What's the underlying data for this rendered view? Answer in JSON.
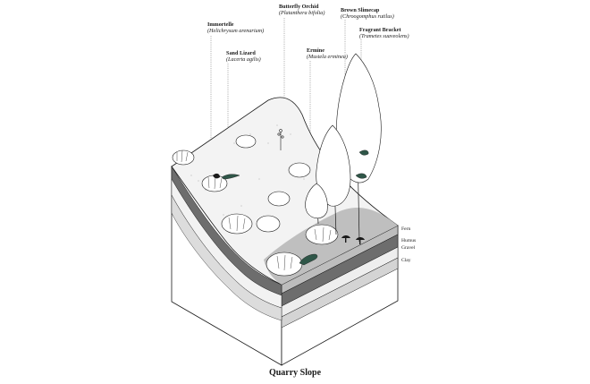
{
  "species": [
    {
      "name": "Immortelle",
      "latin": "(Helichrysum arenarium)"
    },
    {
      "name": "Sand Lizard",
      "latin": "(Lacerta agilis)"
    },
    {
      "name": "Butterfly Orchid",
      "latin": "(Platanthera bifolia)"
    },
    {
      "name": "Ermine",
      "latin": "(Mustela erminea)"
    },
    {
      "name": "Brown Slimecap",
      "latin": "(Chroogomphus rutilus)"
    },
    {
      "name": "Fragrant Bracket",
      "latin": "(Trametes suaveolens)"
    }
  ],
  "layers": [
    "Fern",
    "Humus",
    "Gravel",
    "Clay"
  ],
  "caption": "Quarry Slope",
  "colors": {
    "accent": "#2f5648",
    "ink": "#1a1a1a",
    "soil_grey": "#d9d9d9"
  }
}
